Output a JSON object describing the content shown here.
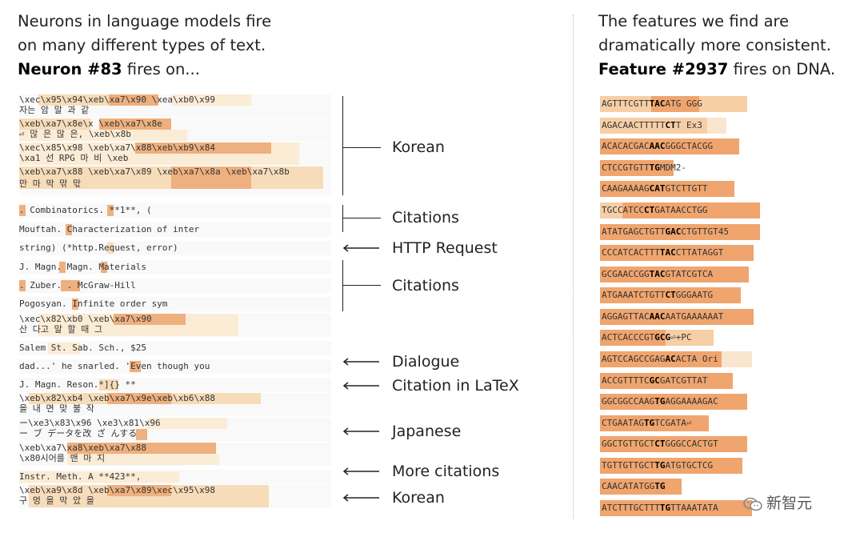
{
  "left_heading": {
    "line1": "Neurons in language models fire",
    "line2": "on many different types of text.",
    "bold": "Neuron #83",
    "rest": " fires on..."
  },
  "right_heading": {
    "line1": "The features we find are",
    "line2": "dramatically more consistent.",
    "bold": "Feature #2937",
    "rest": " fires on DNA."
  },
  "neuron_rows": [
    {
      "lines": [
        "    \\xec\\x95\\x94\\xeb\\xa7\\x90  \\xea\\xb0\\x99",
        "자는        암          말      과      같"
      ]
    },
    {
      "lines": [
        "\\xeb\\xa7\\x8e\\x  \\xeb\\xa7\\x8e",
        "⏎      많   은   많    은, \\xeb\\x8b"
      ]
    },
    {
      "lines": [
        "    \\xec\\x85\\x98    \\xeb\\xa7\\x88\\xeb\\xb9\\x84",
        "\\xa1      선      RPG      마       비     \\xeb"
      ]
    },
    {
      "lines": [
        "  \\xeb\\xa7\\x88 \\xeb\\xa7\\x89 \\xeb\\xa7\\x8a \\xeb\\xa7\\x8b",
        "만         마         막        맊         맋"
      ]
    },
    {
      "lines": [
        ". Combinatorics. **1**, ("
      ]
    },
    {
      "lines": [
        "Mouftah. Characterization of inter"
      ]
    },
    {
      "lines": [
        "string) (*http.Request, error)"
      ]
    },
    {
      "lines": [
        "J. Magn. Magn. Materials"
      ]
    },
    {
      "lines": [
        ". Zuber. . McGraw-Hill"
      ]
    },
    {
      "lines": [
        "Pogosyan. Infinite order sym"
      ]
    },
    {
      "lines": [
        "  \\xec\\x82\\xb0    \\xeb\\xa7\\x90",
        "       산      다고       말       할  때 그"
      ]
    },
    {
      "lines": [
        "Salem St. Sab. Sch., $25"
      ]
    },
    {
      "lines": [
        "dad...' he snarled. 'Even though you"
      ]
    },
    {
      "lines": [
        "J. Magn. Reson.*]{} **"
      ]
    },
    {
      "lines": [
        "  \\xeb\\x82\\xb4 \\xeb\\xa7\\x9e\\xeb\\xb6\\x88",
        "을       내       면       맞        불       작"
      ]
    },
    {
      "lines": [
        "ー\\xe3\\x83\\x96        \\xe3\\x81\\x96",
        "    ー     ブ  データを改    ざ       んする"
      ]
    },
    {
      "lines": [
        "        \\xeb\\xa7\\xa8\\xeb\\xa7\\x88",
        "\\x80시어를        맨           마          지"
      ]
    },
    {
      "lines": [
        "Instr. Meth. A **423**,"
      ]
    },
    {
      "lines": [
        "  \\xeb\\xa9\\x8d \\xeb\\xa7\\x89\\xec\\x95\\x98",
        "구       멍       을       막       았       을"
      ]
    }
  ],
  "labels": [
    {
      "text": "Korean"
    },
    {
      "text": "Citations"
    },
    {
      "text": "HTTP Request"
    },
    {
      "text": "Citations"
    },
    {
      "text": "Dialogue"
    },
    {
      "text": "Citation in LaTeX"
    },
    {
      "text": "Japanese"
    },
    {
      "text": "More citations"
    },
    {
      "text": "Korean"
    }
  ],
  "feature_rows": [
    {
      "pre": "AGTTTCGTT",
      "bold": "TAC",
      "post": "ATG    GGG"
    },
    {
      "pre": "AGACAACTTTTT",
      "bold": "CT",
      "post": "T     Ex3"
    },
    {
      "pre": "ACACACGAC",
      "bold": "AAC",
      "post": "GGGCTACGG"
    },
    {
      "pre": "CTCCGTGTT",
      "bold": "TG",
      "post": "MDM2-"
    },
    {
      "pre": "CAAGAAAAG",
      "bold": "CAT",
      "post": "GTCTTGTT"
    },
    {
      "pre": "  TGCCATCC",
      "bold": "CT",
      "post": "GATAACCTGG"
    },
    {
      "pre": "ATATGAGCTGTT",
      "bold": "GAC",
      "post": "CTGTTGT45"
    },
    {
      "pre": "CCCATCACTTT",
      "bold": "TAC",
      "post": "CTTATAGGT"
    },
    {
      "pre": " GCGAACCGG",
      "bold": "TAC",
      "post": "GTATCGTCA"
    },
    {
      "pre": "ATGAAATCTGTT",
      "bold": "CT",
      "post": "GGGAATG"
    },
    {
      "pre": "AGGAGTTAC",
      "bold": "AAC",
      "post": "AATGAAAAAAT"
    },
    {
      "pre": "ACTCACCCGT",
      "bold": "GCG",
      "post": "⏎+PC"
    },
    {
      "pre": "AGTCCAGCCGAG",
      "bold": "AC",
      "post": "ACTA        Ori"
    },
    {
      "pre": "ACCGTTTTC",
      "bold": "GC",
      "post": "GATCGTTAT"
    },
    {
      "pre": "GGCGGCCAAG",
      "bold": "TG",
      "post": "AGGAAAAGAC"
    },
    {
      "pre": "CTGAATAG",
      "bold": "TG",
      "post": "TCGATA⏎"
    },
    {
      "pre": "GGCTGTTGCT",
      "bold": "CT",
      "post": "GGGCCACTGT"
    },
    {
      "pre": "TGTTGTTGCT",
      "bold": "TG",
      "post": "ATGTGCTCG"
    },
    {
      "pre": "CAACATATGG",
      "bold": "TG",
      "post": ""
    },
    {
      "pre": "ATCTTTGCTTT",
      "bold": "TG",
      "post": "TTAAATATA"
    }
  ],
  "watermark": "新智元",
  "colors": {
    "feature_strong": "#f0a56e",
    "feature_light": "#f6cfa6",
    "feature_pale": "#fae6cf",
    "neuron_strong": "#eeb07e",
    "neuron_light": "#f7dcb9",
    "neuron_pale": "#fbecd6"
  }
}
